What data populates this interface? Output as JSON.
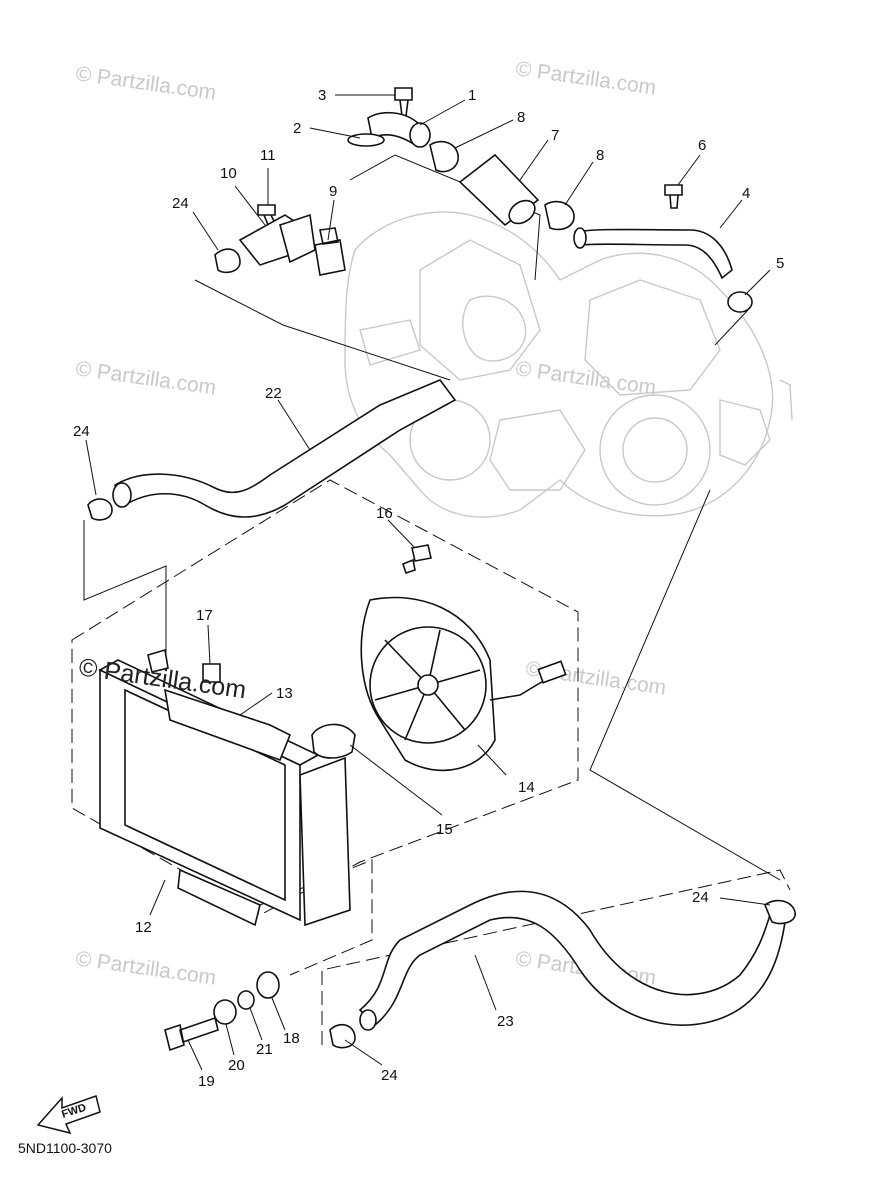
{
  "diagram_code": "5ND1100-3070",
  "fwd_label": "FWD",
  "watermark": {
    "faint": "© Partzilla.com",
    "main": "© Partzilla.com"
  },
  "callouts": {
    "c1": "1",
    "c2": "2",
    "c3": "3",
    "c4": "4",
    "c5": "5",
    "c6": "6",
    "c7": "7",
    "c8a": "8",
    "c8b": "8",
    "c9": "9",
    "c10": "10",
    "c11": "11",
    "c12": "12",
    "c13": "13",
    "c14": "14",
    "c15": "15",
    "c16": "16",
    "c17": "17",
    "c18": "18",
    "c19": "19",
    "c20": "20",
    "c21": "21",
    "c22": "22",
    "c23": "23",
    "c24a": "24",
    "c24b": "24",
    "c24c": "24",
    "c24d": "24"
  }
}
